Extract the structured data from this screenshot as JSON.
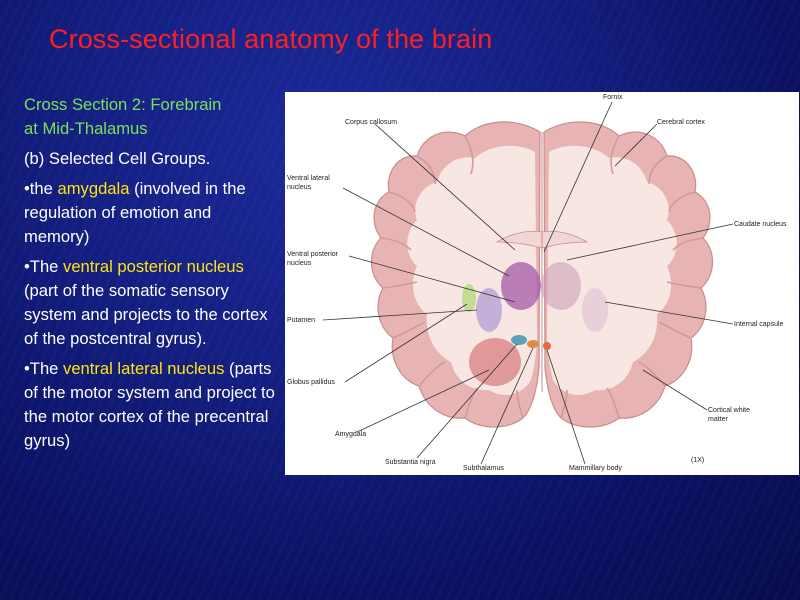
{
  "slide": {
    "title": "Cross-sectional anatomy of the brain"
  },
  "left": {
    "heading_line1": "Cross Section 2: Forebrain",
    "heading_line2": "at Mid-Thalamus",
    "subheading": "(b) Selected Cell Groups.",
    "bullets": [
      {
        "prefix": "•the ",
        "highlight": "amygdala",
        "rest": " (involved in the regulation of emotion and memory)"
      },
      {
        "prefix": "•The ",
        "highlight": "ventral posterior nucleus",
        "rest": " (part of the somatic sensory system and projects to the cortex of the postcentral gyrus)."
      },
      {
        "prefix": "•The ",
        "highlight": "ventral lateral nucleus",
        "rest": " (parts of the motor system and project to the motor cortex of the precentral gyrus)"
      }
    ]
  },
  "figure": {
    "labels": {
      "fornix": "Fornix",
      "corpus_callosum": "Corpus callosum",
      "cerebral_cortex": "Cerebral cortex",
      "vl_line1": "Ventral lateral",
      "vl_line2": "nucleus",
      "caudate_nucleus": "Caudate nucleus",
      "vp_line1": "Ventral posterior",
      "vp_line2": "nucleus",
      "putamen": "Putamen",
      "internal_capsule": "Internal capsule",
      "globus_pallidus": "Globus pallidus",
      "cortical_wm_line1": "Cortical white",
      "cortical_wm_line2": "matter",
      "amygdala": "Amygdala",
      "substantia_nigra": "Substantia nigra",
      "subthalamus": "Subthalamus",
      "mammillary_body": "Mammillary body",
      "magnification": "(1X)"
    },
    "colors": {
      "cortex": "#e7b3b3",
      "white_matter": "#f8e6e3",
      "putamen": "#b9a6d6",
      "thalamus": "#a55aa8",
      "amygdala": "#d98585",
      "globus_pallidus": "#b9dc8a"
    }
  }
}
